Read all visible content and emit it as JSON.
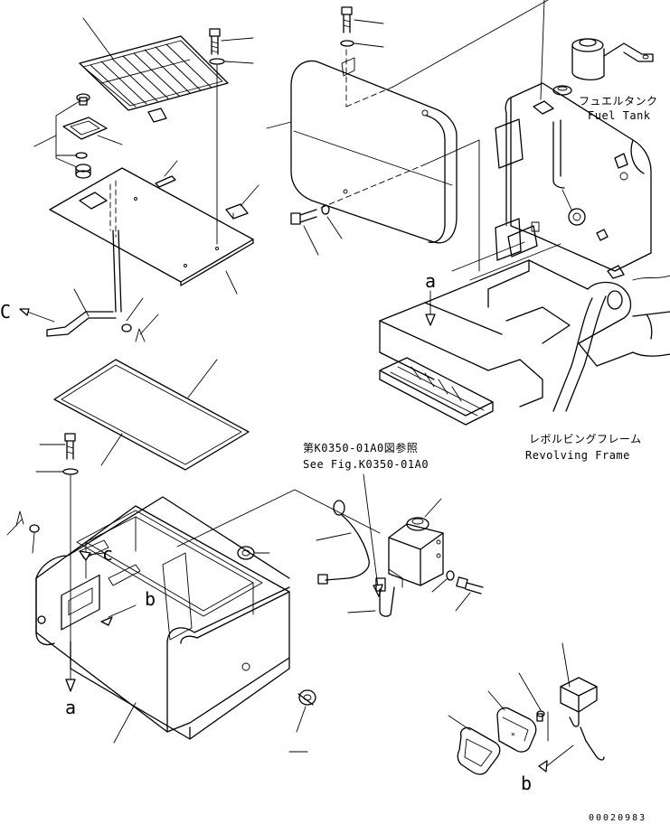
{
  "refs": {
    "a_bottom": "a",
    "a_frame": "a",
    "b_box": "b",
    "b_lamp": "b",
    "c_box": "c",
    "c_bracket": "C"
  },
  "labels": {
    "fuel_tank_jp": "フュエルタンク",
    "fuel_tank_en": "Fuel Tank",
    "revolving_frame_jp": "レボルビングフレーム",
    "revolving_frame_en": "Revolving Frame",
    "see_fig_jp": "第K0350-01A0図参照",
    "see_fig_en": "See Fig.K0350-01A0"
  },
  "drawing_number": "00020983"
}
